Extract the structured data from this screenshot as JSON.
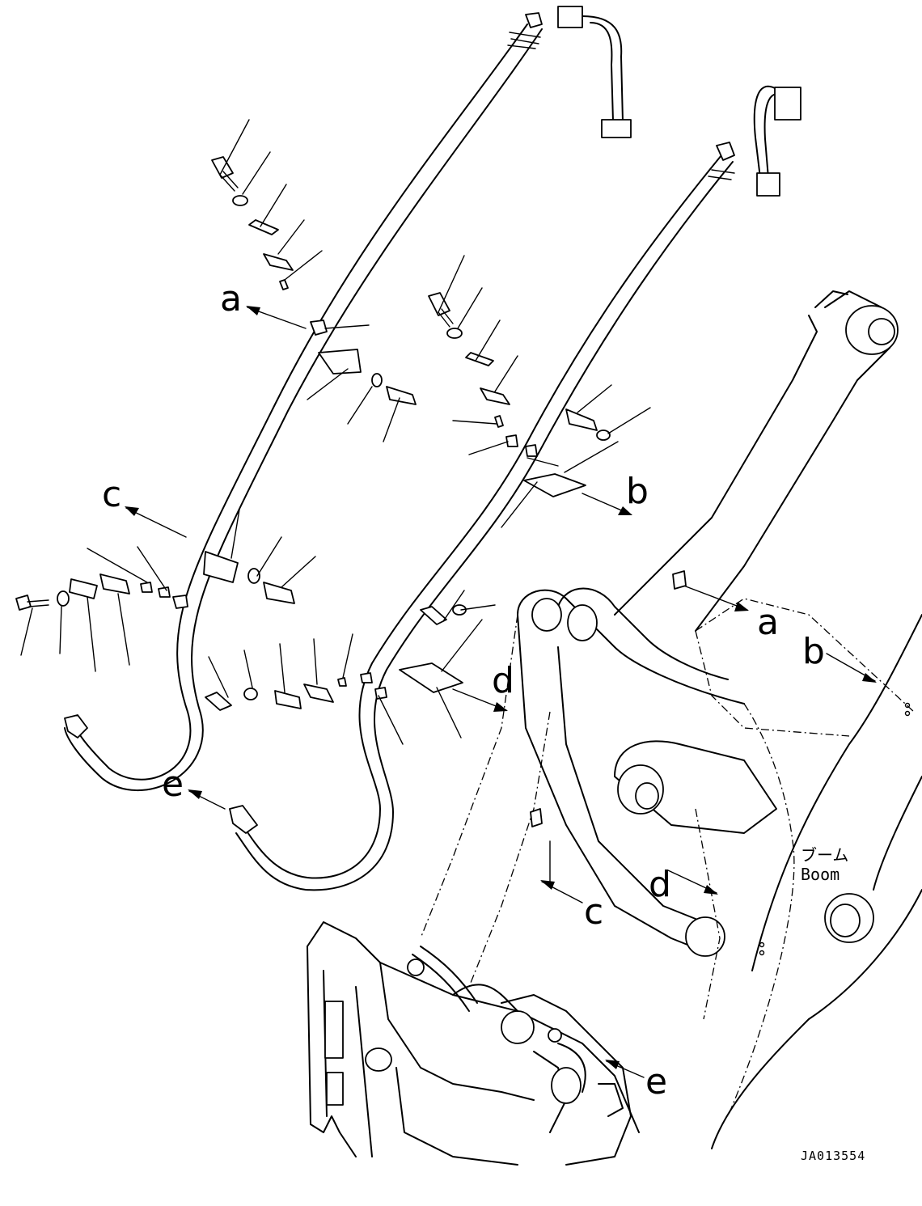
{
  "callouts": {
    "a": "a",
    "b": "b",
    "c": "c",
    "d": "d",
    "e": "e"
  },
  "boom_label": {
    "jp": "ブーム",
    "en": "Boom"
  },
  "drawing_code": "JA013554"
}
